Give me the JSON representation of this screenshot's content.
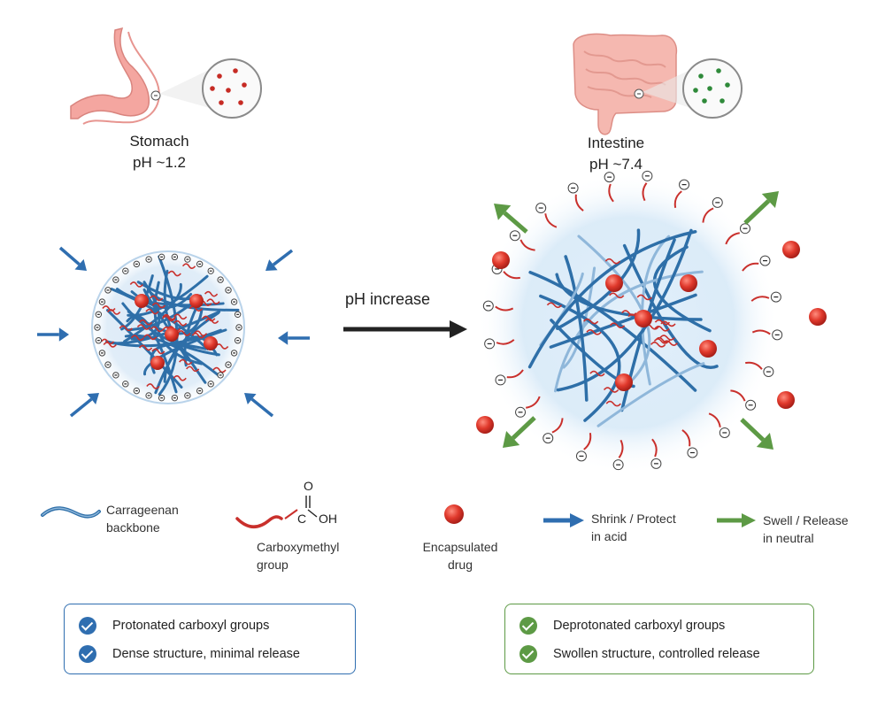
{
  "colors": {
    "backbone": "#2e6fa8",
    "backbone_light": "#8fb7da",
    "carboxyl": "#c9302c",
    "drug": "#d8362a",
    "shrink_arrow": "#2f6eb0",
    "swell_arrow": "#5d9a45",
    "stomach": "#f4a6a0",
    "intestine": "#f2b6ae",
    "box_blue": "#2f6eb0",
    "box_green": "#5d9a45",
    "main_arrow": "#222222"
  },
  "stomach": {
    "name": "Stomach",
    "ph": "pH ~1.2",
    "icon": "stomach-icon"
  },
  "intestine": {
    "name": "Intestine",
    "ph": "pH ~7.4",
    "icon": "intestine-icon"
  },
  "transition": {
    "label": "pH increase"
  },
  "legend": {
    "backbone": {
      "line1": "Carrageenan",
      "line2": "backbone"
    },
    "carboxymethyl": {
      "line1": "Carboxymethyl",
      "line2": "group",
      "formula_o": "O",
      "formula_c": "C",
      "formula_oh": "OH"
    },
    "drug": {
      "line1": "Encapsulated",
      "line2": "drug"
    },
    "shrink": {
      "line1": "Shrink / Protect",
      "line2": "in acid"
    },
    "swell": {
      "line1": "Swell / Release",
      "line2": "in neutral"
    }
  },
  "acid_box": {
    "items": [
      "Protonated carboxyl groups",
      "Dense structure, minimal release"
    ]
  },
  "neutral_box": {
    "items": [
      "Deprotonated carboxyl groups",
      "Swollen structure, controlled release"
    ]
  },
  "charge_symbol": "−"
}
